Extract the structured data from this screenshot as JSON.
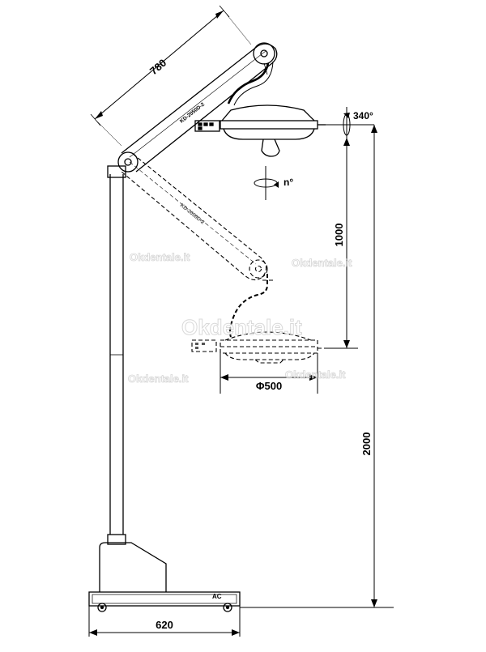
{
  "dimensions": {
    "arm_length": "780",
    "height_range": "1000",
    "total_height": "2000",
    "head_diameter": "Φ500",
    "base_width": "620"
  },
  "rotations": {
    "arm_rotation": "340°",
    "head_rotation": "n°"
  },
  "labels": {
    "base_label": "AC",
    "arm_text_upper": "KD-2050D-2",
    "arm_text_lower": "KD-2050D-2"
  },
  "watermarks": {
    "upper_right": "Okdentale.it",
    "upper_left": "Okdentale.it",
    "center": "Okdentale.it",
    "lower_left": "Okdentale.it",
    "lower_right": "Okdentale.it"
  },
  "colors": {
    "line": "#000000",
    "watermark_stroke": "#c9c9c9"
  }
}
